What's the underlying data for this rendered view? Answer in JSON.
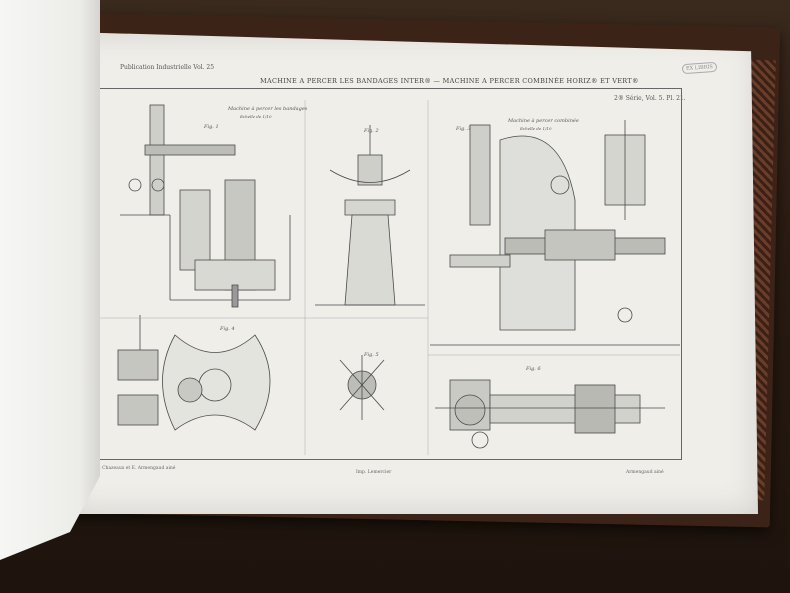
{
  "plate": {
    "publication": "Publication Industrielle Vol. 25",
    "title": "MACHINE A PERCER LES BANDAGES INTER® — MACHINE A PERCER COMBINÉE HORIZ® ET VERT®",
    "series_ref": "2® Série, Vol. 5. Pl. 21.",
    "stamp": "EX LIBRIS",
    "left_caption": "Machine à percer les bandages",
    "right_caption": "Machine à percer combinée",
    "scale_label": "Echelle de 1/10",
    "footer_left": "A. Chazeaux et E. Armengaud ainé",
    "footer_center": "Imp. Lemercier",
    "footer_right": "Armengaud ainé"
  },
  "figures": {
    "fig1": "Fig. 1",
    "fig2": "Fig. 2",
    "fig3": "Fig. 3",
    "fig4": "Fig. 4",
    "fig5": "Fig. 5",
    "fig6": "Fig. 6"
  },
  "colors": {
    "paper": "#efeee9",
    "ink": "#4a4a4a",
    "table": "#2a1c12",
    "cover": "#3b2417"
  }
}
